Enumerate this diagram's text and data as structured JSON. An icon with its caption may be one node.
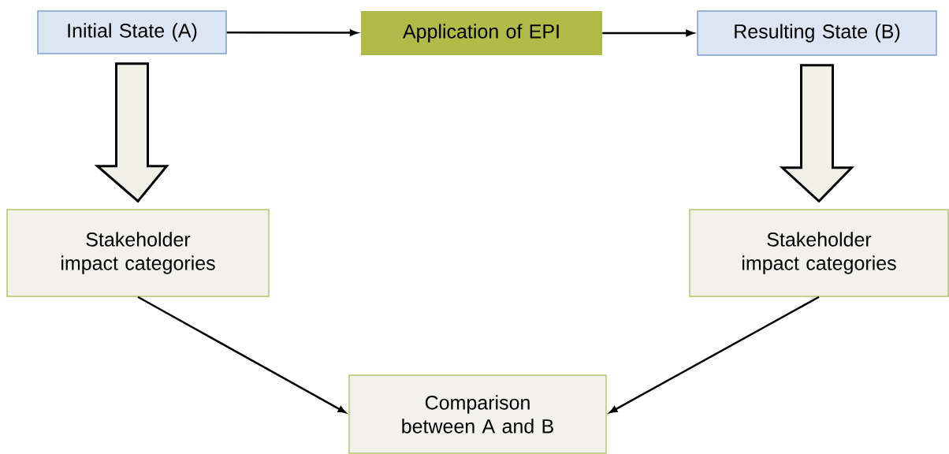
{
  "diagram": {
    "nodes": [
      {
        "text": [
          "Initial State (A)"
        ]
      },
      {
        "text": [
          "Application of EPI"
        ]
      },
      {
        "text": [
          "Resulting State (B)"
        ]
      },
      {
        "text": [
          "Stakeholder impact categories"
        ]
      },
      {
        "text": [
          "Stakeholder impact categories"
        ]
      },
      {
        "text": [
          "Comparison between A and B"
        ]
      }
    ],
    "edges": [
      {
        "from": 0,
        "to": 1,
        "arrow": "to"
      },
      {
        "from": 1,
        "to": 2,
        "arrow": "to"
      },
      {
        "from": 0,
        "to": 3,
        "arrow": "to",
        "style": "thick"
      },
      {
        "from": 2,
        "to": 4,
        "arrow": "to",
        "style": "thick"
      },
      {
        "from": 3,
        "to": 5,
        "arrow": "to"
      },
      {
        "from": 4,
        "to": 5,
        "arrow": "to"
      }
    ]
  }
}
